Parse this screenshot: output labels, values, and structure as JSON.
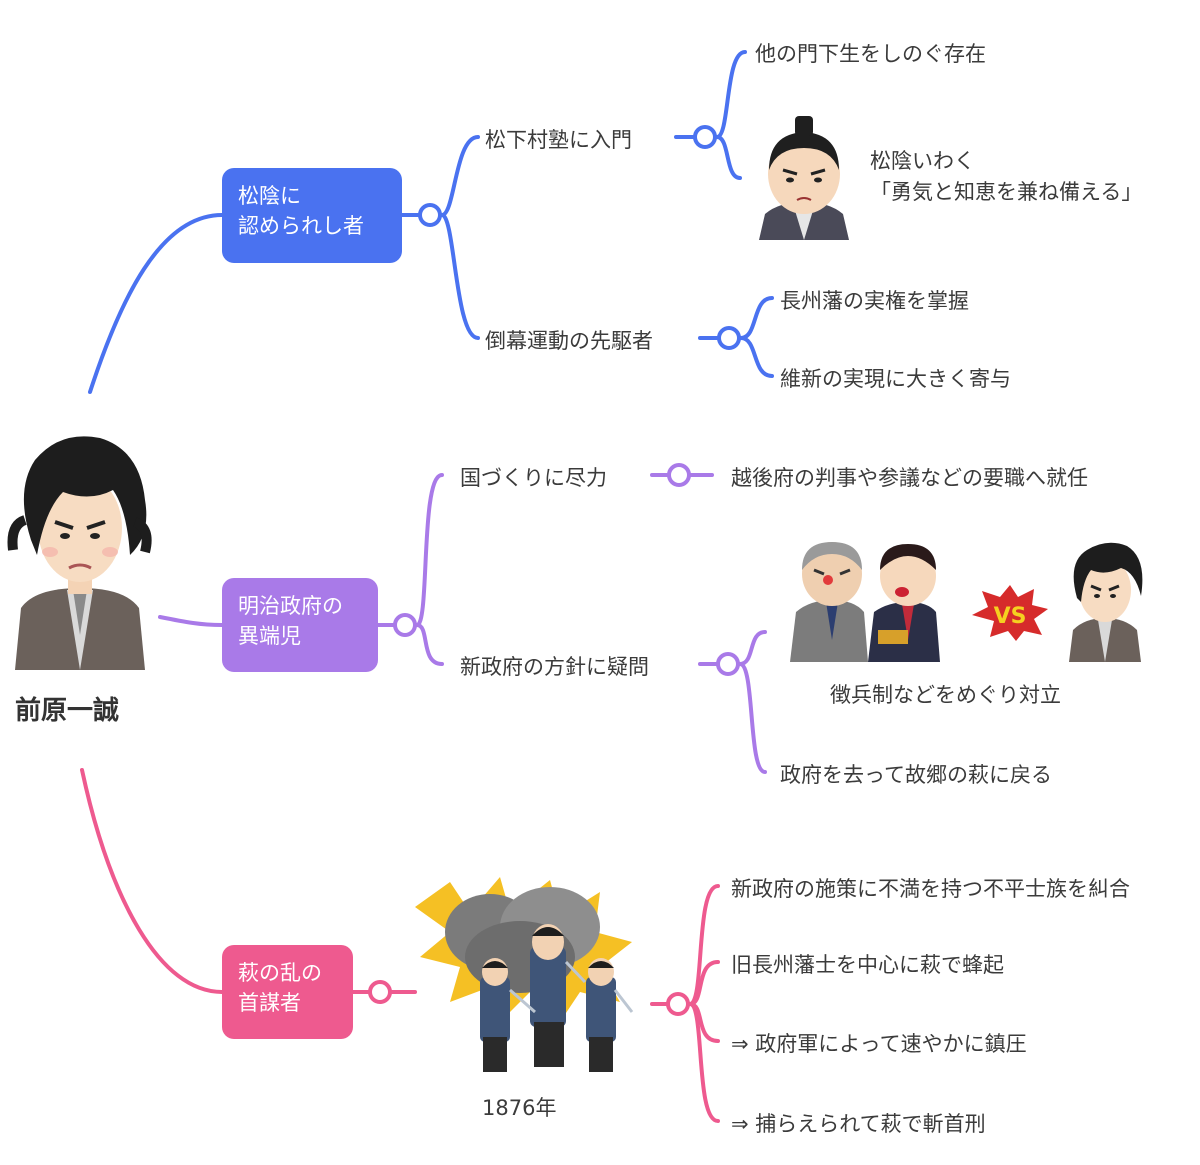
{
  "person": {
    "name": "前原一誠"
  },
  "colors": {
    "blue": "#4a72f0",
    "purple": "#a97ae8",
    "pink": "#ee5a8f"
  },
  "branches": {
    "b1": {
      "title_lines": [
        "松陰に",
        "認められし者"
      ],
      "sub1": {
        "label": "松下村塾に入門",
        "leaf1": "他の門下生をしのぐ存在",
        "quote_lines": [
          "松陰いわく",
          "「勇気と知恵を兼ね備える」"
        ]
      },
      "sub2": {
        "label": "倒幕運動の先駆者",
        "leaf1": "長州藩の実権を掌握",
        "leaf2": "維新の実現に大きく寄与"
      }
    },
    "b2": {
      "title_lines": [
        "明治政府の",
        "異端児"
      ],
      "sub1": {
        "label": "国づくりに尽力",
        "leaf1": "越後府の判事や参議などの要職へ就任"
      },
      "sub2": {
        "label": "新政府の方針に疑問",
        "vs_text": "VS",
        "caption": "徴兵制などをめぐり対立",
        "leaf2": "政府を去って故郷の萩に戻る"
      }
    },
    "b3": {
      "title_lines": [
        "萩の乱の",
        "首謀者"
      ],
      "year": "1876年",
      "leaves": [
        "新政府の施策に不満を持つ不平士族を糾合",
        "旧長州藩士を中心に萩で蜂起",
        "⇒ 政府軍によって速やかに鎮圧",
        "⇒ 捕らえられて萩で斬首刑"
      ]
    }
  }
}
